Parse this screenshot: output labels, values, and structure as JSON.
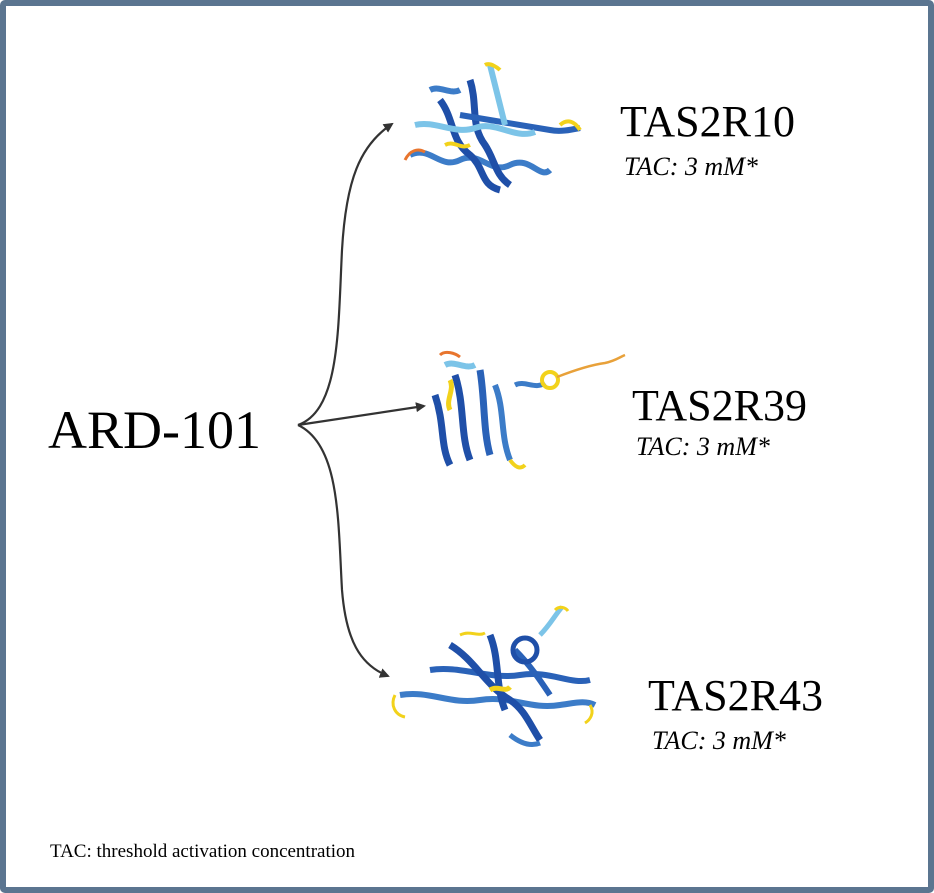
{
  "source": {
    "label": "ARD-101"
  },
  "targets": [
    {
      "name": "TAS2R10",
      "tac": "TAC: 3 mM*"
    },
    {
      "name": "TAS2R39",
      "tac": "TAC: 3 mM*"
    },
    {
      "name": "TAS2R43",
      "tac": "TAC: 3 mM*"
    }
  ],
  "footnote": "TAC: threshold activation concentration",
  "colors": {
    "frame": "#5b7590",
    "arrow": "#333333",
    "helix_dark": "#1f4fa8",
    "helix_mid": "#3c7cc8",
    "helix_light": "#7cc4e8",
    "loop_yellow": "#f2d21b",
    "loop_orange": "#e8752e"
  },
  "icons": [
    "protein-structure-icon"
  ]
}
